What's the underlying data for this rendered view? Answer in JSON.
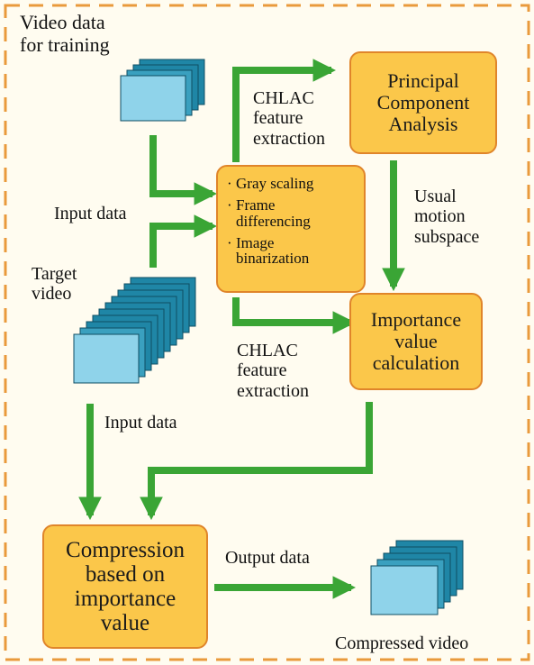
{
  "labels": {
    "video_training": "Video data\nfor training",
    "input_data_top": "Input data",
    "target_video": "Target\nvideo",
    "input_data_bottom": "Input data",
    "chlac_top": "CHLAC\nfeature\nextraction",
    "chlac_bottom": "CHLAC\nfeature\nextraction",
    "usual_motion": "Usual\nmotion\nsubspace",
    "output_data": "Output data",
    "compressed_video": "Compressed video"
  },
  "boxes": {
    "pca": "Principal\nComponent\nAnalysis",
    "importance": "Importance\nvalue\ncalculation",
    "compression": "Compression\nbased on\nimportance\nvalue"
  },
  "preprocess": {
    "bullet": "·",
    "steps": [
      "Gray scaling",
      "Frame\ndifferencing",
      "Image\nbinarization"
    ]
  },
  "colors": {
    "arrow": "#3aa535",
    "box_fill": "#fbc74a",
    "box_border": "#e0852a",
    "frame_front": "#8fd3ea",
    "frame_back": "#1f86a6",
    "dashed_border": "#e99a3c"
  }
}
